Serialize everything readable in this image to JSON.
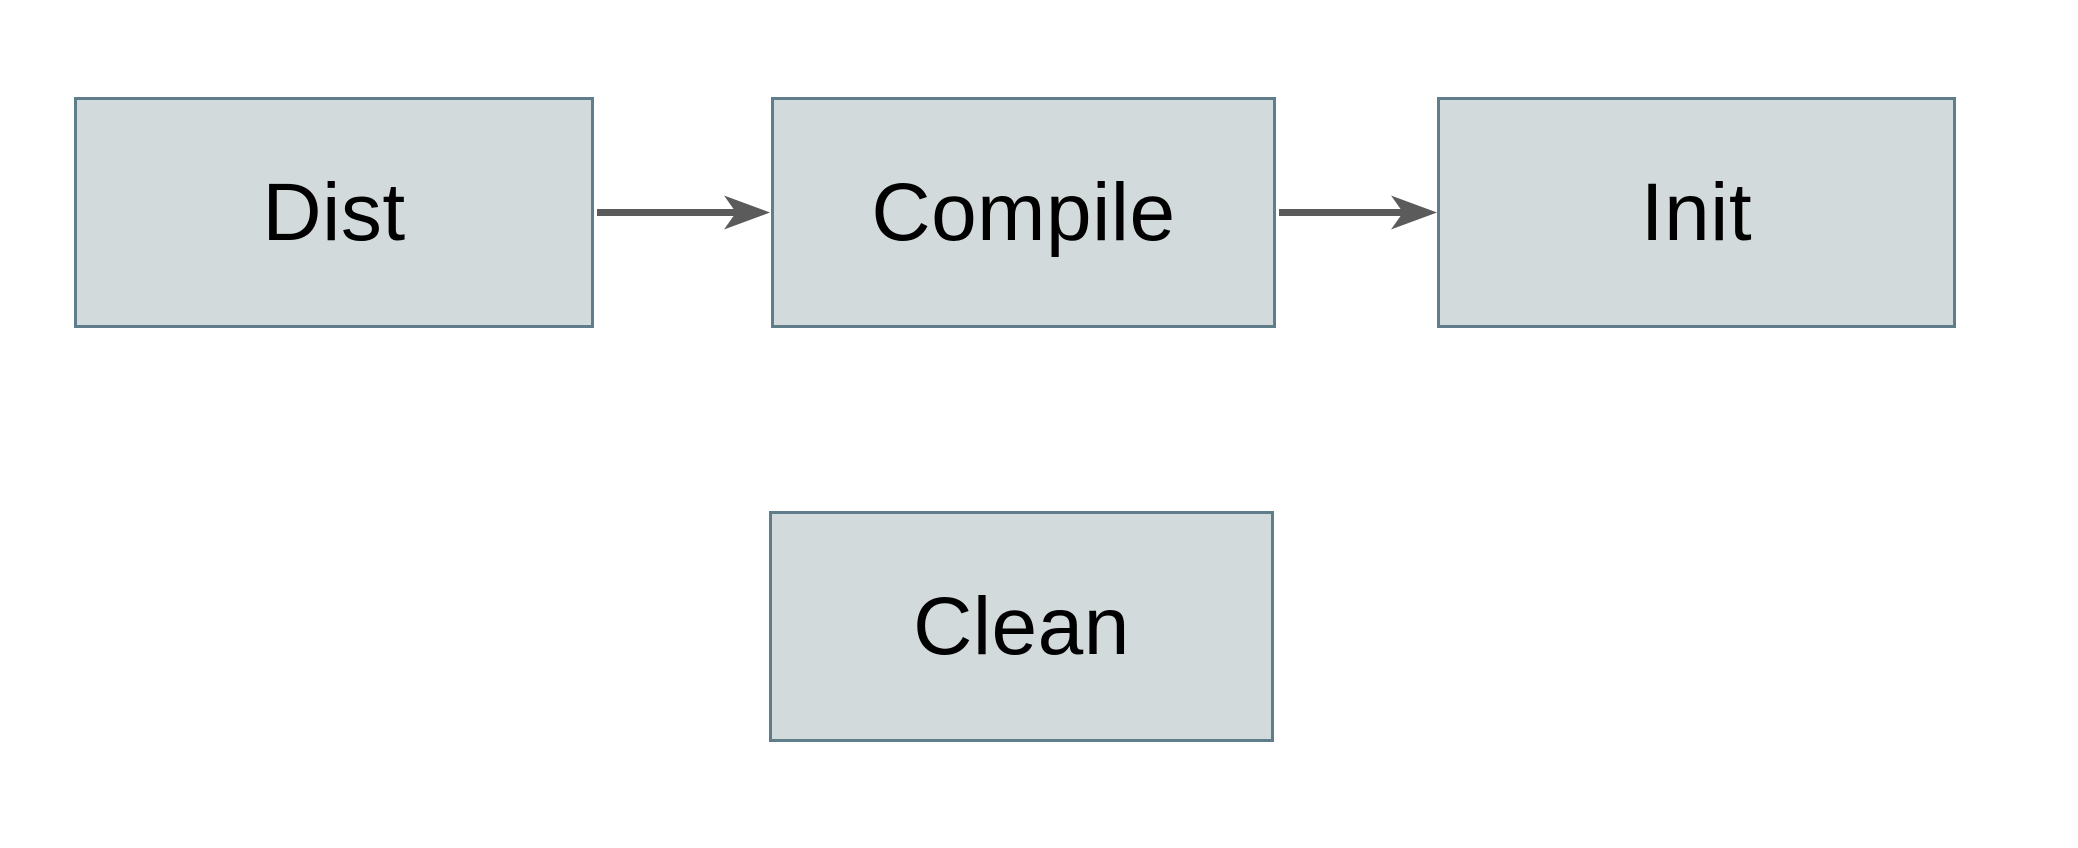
{
  "diagram": {
    "type": "flowchart",
    "nodes": [
      {
        "id": "dist",
        "label": "Dist"
      },
      {
        "id": "compile",
        "label": "Compile"
      },
      {
        "id": "init",
        "label": "Init"
      },
      {
        "id": "clean",
        "label": "Clean"
      }
    ],
    "edges": [
      {
        "from": "Dist",
        "to": "Compile",
        "direction": "right"
      },
      {
        "from": "Compile",
        "to": "Init",
        "direction": "right"
      }
    ],
    "colors": {
      "background": "#ffffff",
      "node_fill": "#d2dadc",
      "node_border": "#607d8b",
      "arrow": "#5b5b5b",
      "text": "#000000"
    }
  }
}
